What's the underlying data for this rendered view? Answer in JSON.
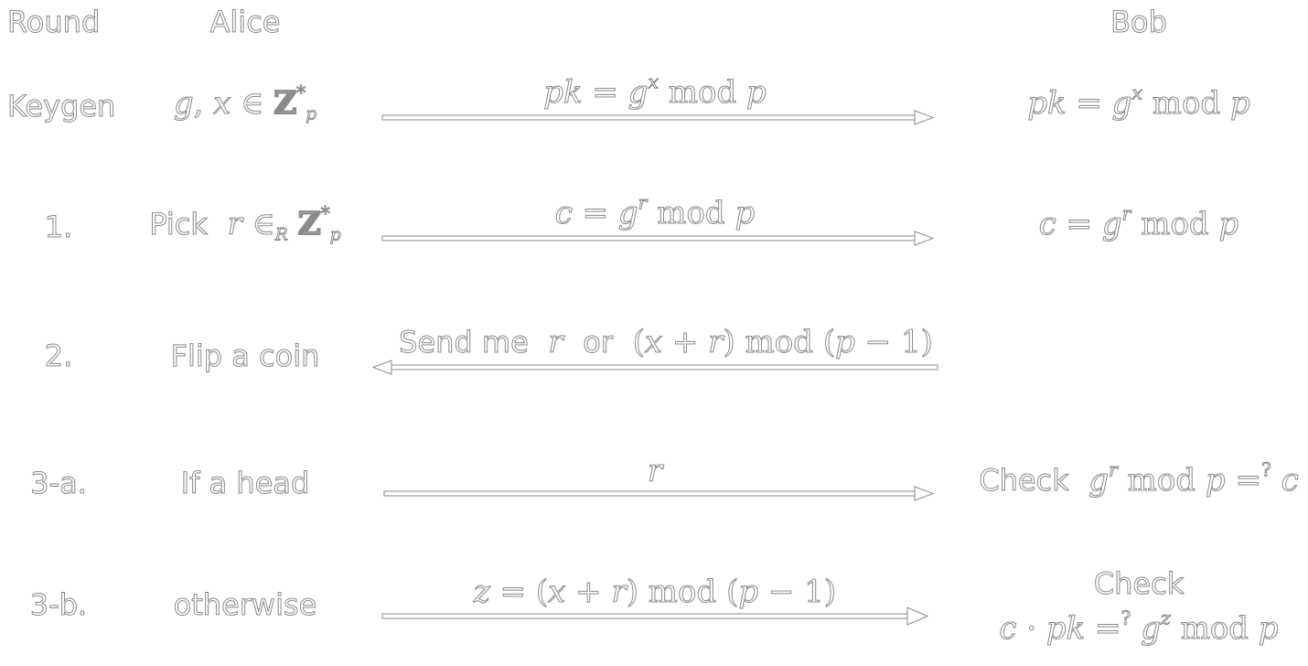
{
  "header": {
    "round": "Round",
    "alice": "Alice",
    "bob": "Bob"
  },
  "rows": {
    "keygen": {
      "label": "Keygen"
    },
    "r1": {
      "label": "1.",
      "alice_text": "Pick"
    },
    "r2": {
      "label": "2.",
      "alice_text": "Flip a coin",
      "msg_text_1": "Send me",
      "msg_text_2": "or"
    },
    "r3a": {
      "label": "3-a.",
      "alice_text": "If a head",
      "bob_text": "Check"
    },
    "r3b": {
      "label": "3-b.",
      "alice_text": "otherwise",
      "bob_text": "Check"
    }
  },
  "colors": {
    "fill": "#ffffff",
    "outline": "#8a8a8a"
  }
}
